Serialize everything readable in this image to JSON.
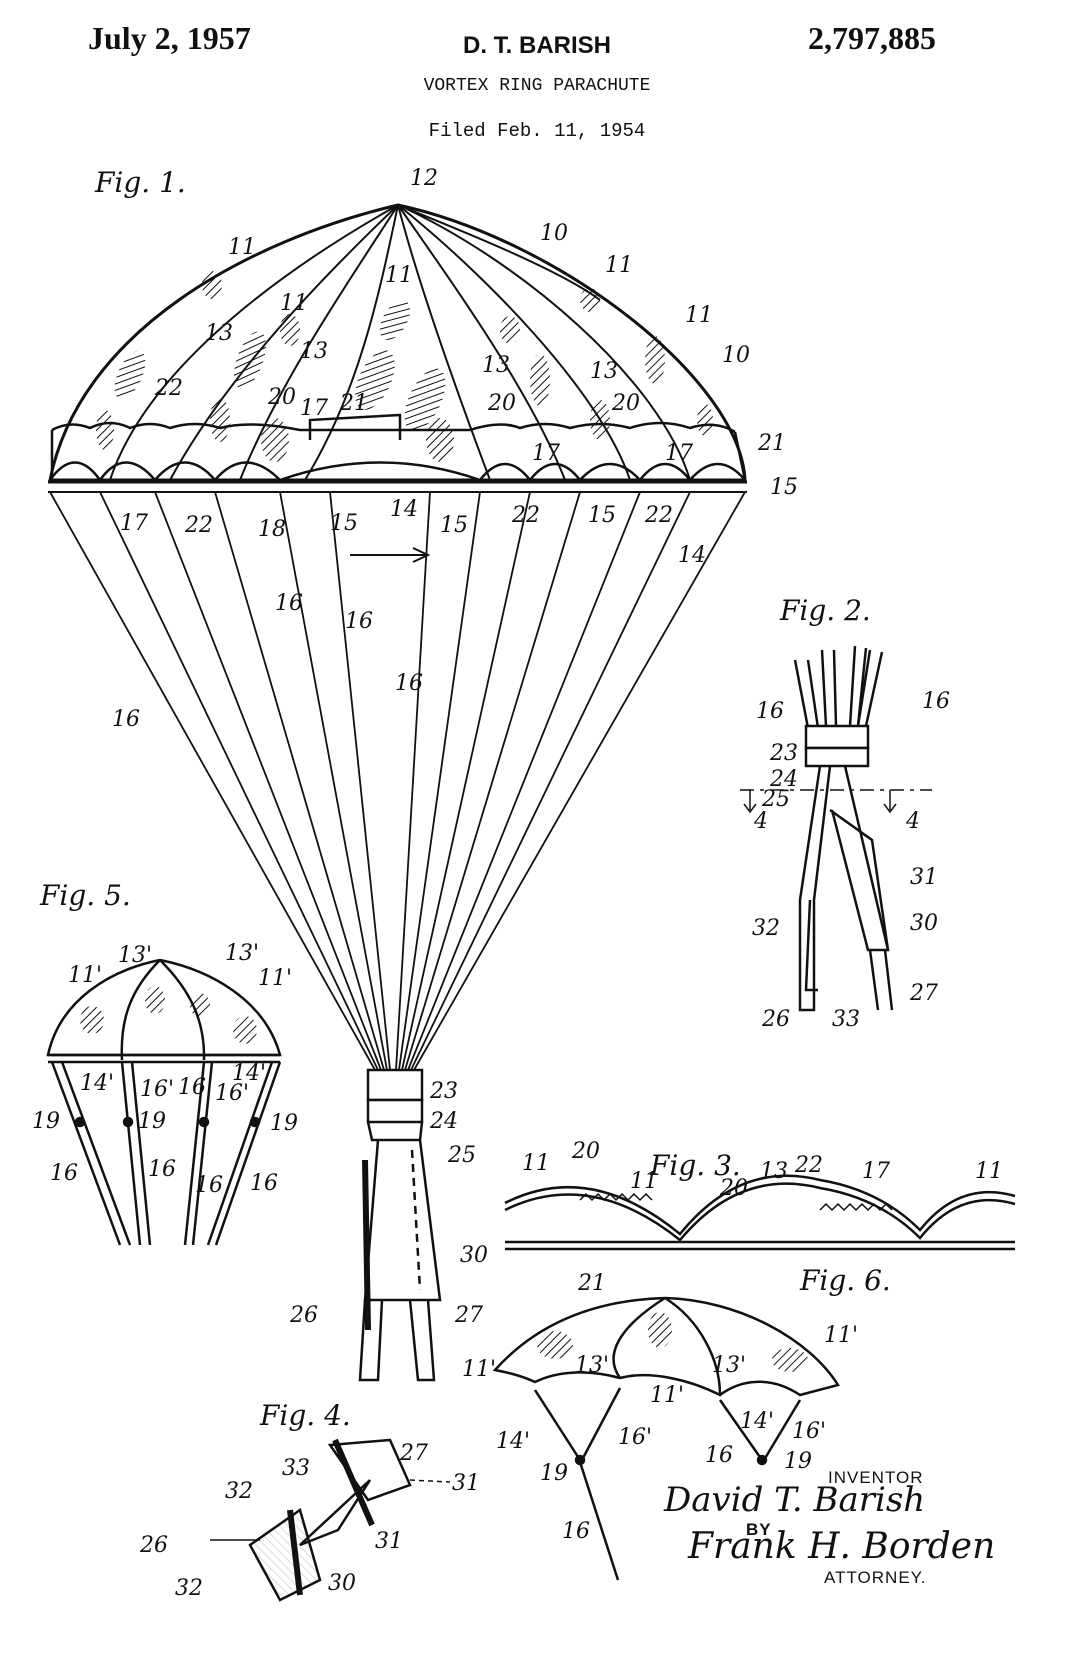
{
  "header": {
    "date": "July 2, 1957",
    "inventor": "D. T. BARISH",
    "patent_number": "2,797,885",
    "title": "VORTEX RING PARACHUTE",
    "filed": "Filed Feb. 11, 1954"
  },
  "figures": {
    "fig1": "Fig. 1.",
    "fig2": "Fig. 2.",
    "fig3": "Fig. 3.",
    "fig4": "Fig. 4.",
    "fig5": "Fig. 5.",
    "fig6": "Fig. 6."
  },
  "ref": {
    "r10": "10",
    "r11": "11",
    "r12": "12",
    "r13": "13",
    "r14": "14",
    "r15": "15",
    "r16": "16",
    "r17": "17",
    "r18": "18",
    "r19": "19",
    "r20": "20",
    "r21": "21",
    "r22": "22",
    "r23": "23",
    "r24": "24",
    "r25": "25",
    "r26": "26",
    "r27": "27",
    "r30": "30",
    "r31": "31",
    "r32": "32",
    "r33": "33",
    "r11p": "11'",
    "r13p": "13'",
    "r14p": "14'",
    "r16p": "16'",
    "r4": "4"
  },
  "signature": {
    "inventor_caption": "INVENTOR",
    "inventor_name": "David T. Barish",
    "by": "BY",
    "attorney_name": "Frank H. Borden",
    "attorney_caption": "ATTORNEY."
  }
}
